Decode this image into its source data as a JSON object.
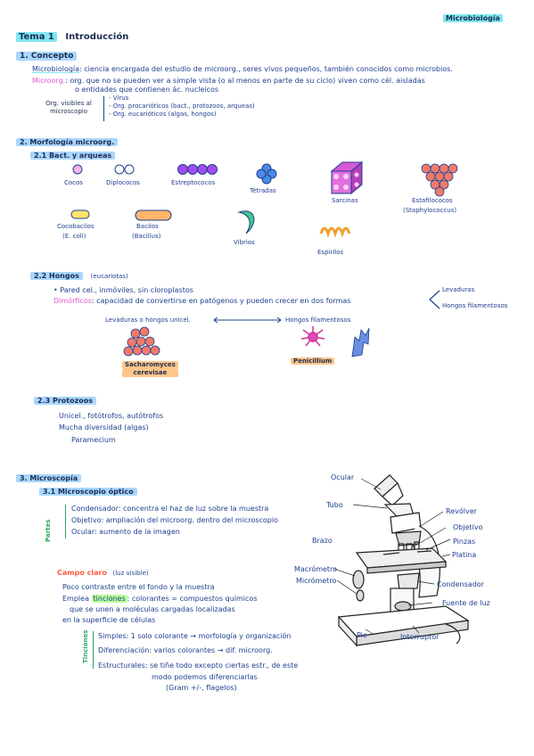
{
  "header": {
    "subject": "Microbiología",
    "topic_tag": "Tema 1",
    "topic_title": "Introducción"
  },
  "s1": {
    "title": "1. Concepto",
    "micro_term": "Microbiología",
    "micro_def": ": ciencia encargada del estudio de microorg., seres vivos pequeños, también conocidos como microbios.",
    "org_term": "Microorg.",
    "org_def1": ": org. que no se pueden ver a simple vista (o al menos en parte de su ciclo) viven como cél. aisladas",
    "org_def2": "o entidades que contienen ác. nucleicos",
    "visible_label1": "Org. visibles al",
    "visible_label2": "microscopio",
    "items": [
      "- Virus",
      "- Org. procarióticos (bact., protozoos, arqueas)",
      "- Org. eucarióticos (algas, hongos)"
    ]
  },
  "s2": {
    "title": "2. Morfología microorg.",
    "sub1": "2.1 Bact. y arqueas",
    "cocos": "Cocos",
    "diplococos": "Diplococos",
    "estreptococos": "Estreptococos",
    "tetradas": "Tétradas",
    "sarcinas": "Sarcinas",
    "estafilococos": "Estafilococos",
    "staphylococcus": "(Staphylococcus)",
    "cocobacilos": "Cocobacilos",
    "ecoli": "(E. coli)",
    "bacilos": "Bacilos",
    "bacillus": "(Bacillus)",
    "vibrios": "Vibrios",
    "espirilos": "Espirilos",
    "sub2": "2.2 Hongos",
    "sub2_note": "(eucariotas)",
    "hongos_l1": "Pared cel., inmóviles, sin cloroplastos",
    "dimorficos": "Dimórficos",
    "hongos_l2": ": capacidad de convertirse en patógenos y pueden crecer en dos formas",
    "forma1": "Levaduras",
    "forma2": "Hongos filamentosos",
    "lev_label": "Levaduras o hongos unicel.",
    "fil_label": "Hongos filamentosos",
    "sacharo": "Sacharomyces",
    "cerevisae": "cerevisae",
    "penicillium": "Penicillium",
    "sub3": "2.3 Protozoos",
    "proto_l1": "Unicel., fotótrofos, autótrofos",
    "proto_l2": "Mucha diversidad (algas)",
    "proto_l3": "Paramecium"
  },
  "s3": {
    "title": "3. Microscopía",
    "sub1": "3.1 Microscopio óptico",
    "partes": "Partes",
    "p1": "Condensador: concentra el haz de luz sobre la muestra",
    "p2": "Objetivo: ampliación del microorg. dentro del microscopio",
    "p3": "Ocular: aumento de la imagen",
    "campo": "Campo claro",
    "campo_note": "(luz visible)",
    "c1": "Poco contraste entre el fondo y la muestra",
    "c2a": "Emplea",
    "tinciones": "tinciones",
    "c2b": ": colorantes = compuestos químicos",
    "c3": "que se unen a moléculas cargadas localizadas",
    "c4": "en la superficie de células",
    "tinc_tag": "Tinciones",
    "t1": "Simples: 1 solo colorante → morfología y organización",
    "t2": "Diferenciación: varios colorantes → dif. microorg.",
    "t3": "Estructurales: se tiñe todo excepto ciertas estr., de este",
    "t4": "modo podemos diferenciarlas",
    "t5": "(Gram +/-, flagelos)",
    "scope": {
      "ocular": "Ocular",
      "tubo": "Tubo",
      "revolver": "Revólver",
      "objetivo": "Objetivo",
      "brazo": "Brazo",
      "pinzas": "Pinzas",
      "platina": "Platina",
      "macrometro": "Macrómetro",
      "micrometro": "Micrómetro",
      "condensador": "Condensador",
      "fuente": "Fuente de luz",
      "pie": "Pie",
      "interruptor": "Interruptor"
    }
  },
  "colors": {
    "ink": "#1f3f8f",
    "cyan": "#7fe7ef",
    "blue_hl": "#a9d7ff",
    "green_hl": "#b9ff9a",
    "orange_hl": "#ffc58a",
    "pink": "#e05ad4",
    "purple": "#a24cf0",
    "magenta": "#d65ad8"
  }
}
